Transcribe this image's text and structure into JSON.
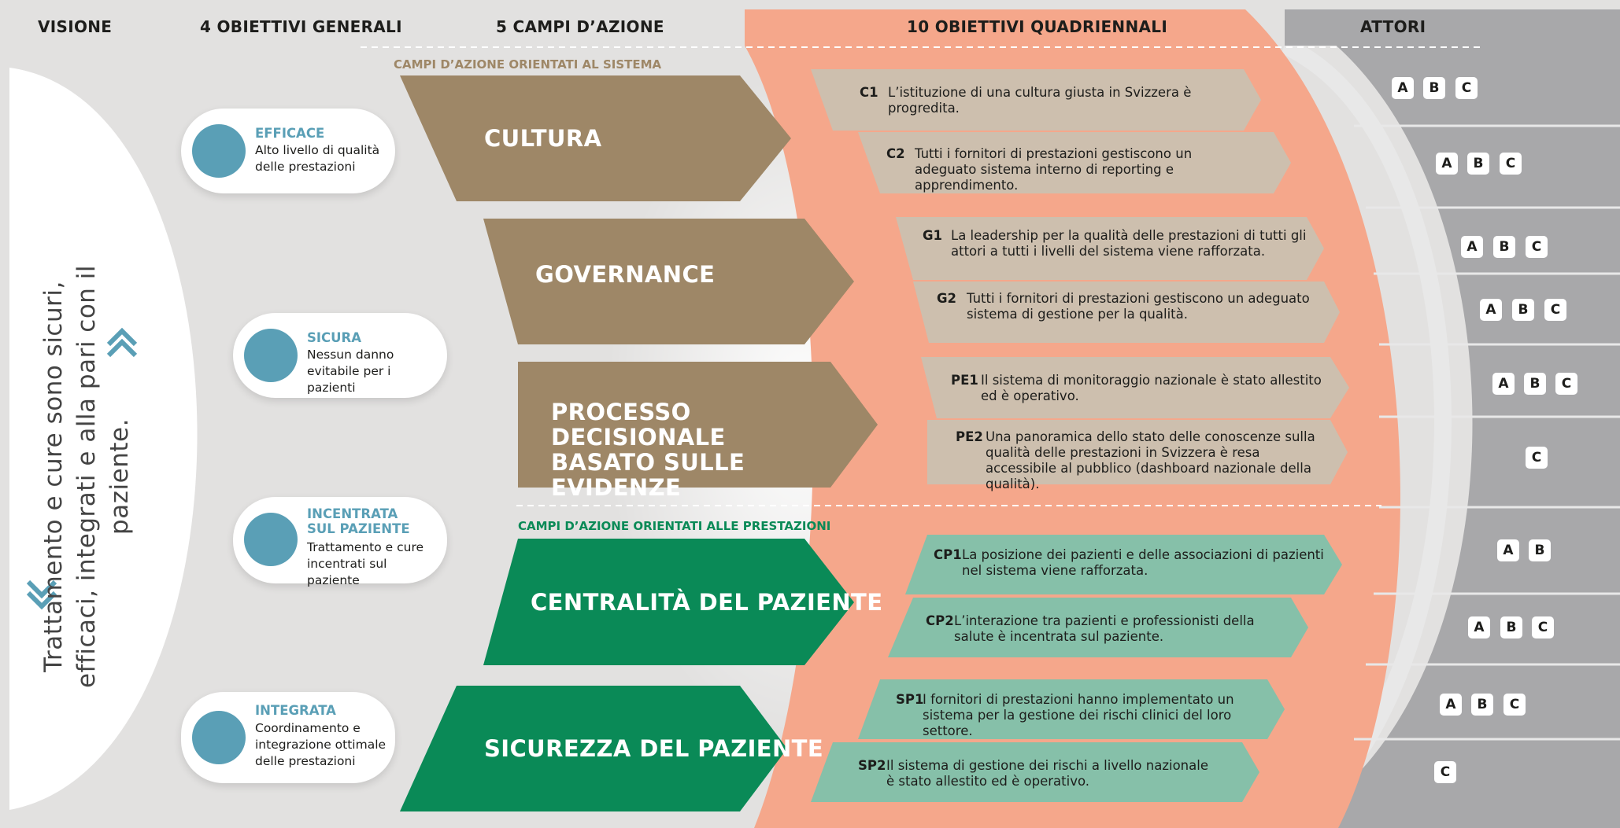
{
  "headers": {
    "vision": "VISIONE",
    "goals": "4 OBIETTIVI GENERALI",
    "fields": "5 CAMPI D’AZIONE",
    "objectives": "10 OBIETTIVI QUADRIENNALI",
    "actors": "ATTORI"
  },
  "vision": {
    "text": "Trattamento e cure sono sicuri, efficaci, integrati e alla pari con il paziente."
  },
  "goals": [
    {
      "title": "EFFICACE",
      "desc": "Alto livello di qualità delle prestazioni",
      "icon": "award-badge-icon"
    },
    {
      "title": "SICURA",
      "desc": "Nessun danno evitabile per i pazienti",
      "icon": "person-shield-icon"
    },
    {
      "title": "INCENTRATA SUL PAZIENTE",
      "desc": "Trattamento e cure in­centrati sul paziente",
      "icon": "patient-center-icon"
    },
    {
      "title": "INTEGRATA",
      "desc": "Coordinamento e integrazione ottimale delle prestazioni",
      "icon": "gears-icon"
    }
  ],
  "sections": {
    "system": "CAMPI D’AZIONE ORIENTATI AL SISTEMA",
    "services": "CAMPI D’AZIONE ORIENTATI ALLE PRESTAZIONI"
  },
  "fields": [
    {
      "label": "CULTURA",
      "color": "#9e8767"
    },
    {
      "label": "GOVERNANCE",
      "color": "#9e8767"
    },
    {
      "label": "PROCESSO DECISIONALE BASATO SULLE EVIDENZE",
      "color": "#9e8767"
    },
    {
      "label": "CENTRALITÀ DEL PAZIENTE",
      "color": "#0a8a57"
    },
    {
      "label": "SICUREZZA DEL PAZIENTE",
      "color": "#0a8a57"
    }
  ],
  "objectives": [
    {
      "code": "C1",
      "text": "L’istituzione di una cultura giusta in Svizzera è progredita.",
      "actors": [
        "A",
        "B",
        "C"
      ]
    },
    {
      "code": "C2",
      "text": "Tutti i fornitori di prestazioni gestiscono un adeguato sistema interno di reporting e apprendimento.",
      "actors": [
        "A",
        "B",
        "C"
      ]
    },
    {
      "code": "G1",
      "text": "La leadership per la qualità delle prestazioni di tutti gli attori a tutti i livelli del sistema viene rafforzata.",
      "actors": [
        "A",
        "B",
        "C"
      ]
    },
    {
      "code": "G2",
      "text": "Tutti i fornitori di prestazioni gestiscono un adeguato sistema di gestione per la qualità.",
      "actors": [
        "A",
        "B",
        "C"
      ]
    },
    {
      "code": "PE1",
      "text": "Il sistema di monitoraggio nazionale è stato allestito ed è operativo.",
      "actors": [
        "A",
        "B",
        "C"
      ]
    },
    {
      "code": "PE2",
      "text": "Una panoramica dello stato delle conoscenze sulla qualità delle prestazioni in Svizzera è resa accessibile al pubblico (dashboard nazionale della qualità).",
      "actors": [
        "C"
      ]
    },
    {
      "code": "CP1",
      "text": "La posizione dei pazienti e delle associazioni di pazienti nel sistema viene rafforzata.",
      "actors": [
        "A",
        "B"
      ]
    },
    {
      "code": "CP2",
      "text": "L’interazione tra pazienti e professionisti della salute è incentrata sul paziente.",
      "actors": [
        "A",
        "B",
        "C"
      ]
    },
    {
      "code": "SP1",
      "text": "I fornitori di prestazioni hanno implementato un sistema per la gestione dei rischi clinici del loro settore.",
      "actors": [
        "A",
        "B",
        "C"
      ]
    },
    {
      "code": "SP2",
      "text": "Il sistema di gestione dei rischi a livello nazionale è stato allestito ed è operativo.",
      "actors": [
        "C"
      ]
    }
  ],
  "colors": {
    "system_field": "#9e8767",
    "service_field": "#0a8a57",
    "system_objective": "#cdbfae",
    "service_objective": "#86c0a9",
    "objectives_band": "#f5a78b",
    "actors_band": "#a8a8aa",
    "goal_accent": "#5a9fb6"
  }
}
